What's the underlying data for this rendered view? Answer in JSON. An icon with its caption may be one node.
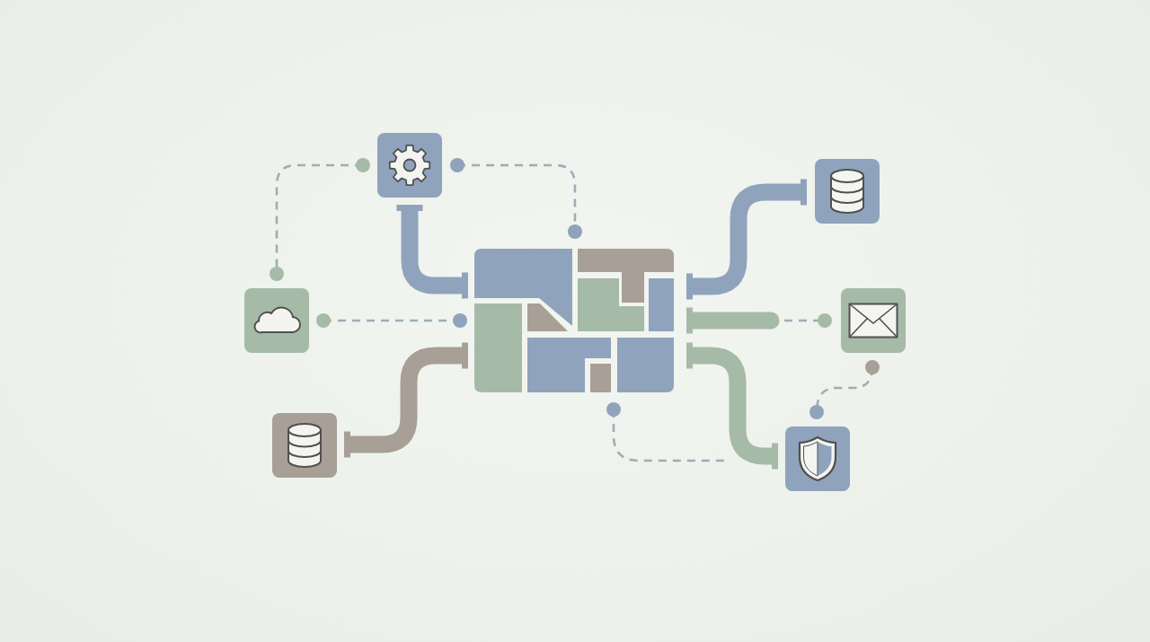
{
  "diagram": {
    "nodes": [
      {
        "text": [],
        "shape": "box"
      },
      {
        "text": [],
        "shape": "box"
      },
      {
        "text": [],
        "shape": "box"
      },
      {
        "text": [],
        "shape": "box"
      },
      {
        "text": [],
        "shape": "box"
      },
      {
        "text": [],
        "shape": "box"
      },
      {
        "text": [],
        "shape": "box"
      }
    ],
    "edges": [
      {
        "from": 1,
        "to": 0,
        "arrow": "other",
        "style": "thick",
        "color": "#8fa4bc"
      },
      {
        "from": 0,
        "to": 4,
        "arrow": "other",
        "style": "thick",
        "color": "#8fa4bc"
      },
      {
        "from": 0,
        "to": 5,
        "arrow": "other",
        "style": "thick",
        "color": "#a6baa8"
      },
      {
        "from": 0,
        "to": 6,
        "arrow": "other",
        "style": "thick",
        "color": "#a6baa8"
      },
      {
        "from": 3,
        "to": 0,
        "arrow": "other",
        "style": "thick",
        "color": "#a89f97"
      },
      {
        "from": 1,
        "to": 2,
        "arrow": "other",
        "style": "dashed",
        "color": "#9dadb8"
      },
      {
        "from": 1,
        "to": 0,
        "arrow": "other",
        "style": "dashed",
        "color": "#9dadb8"
      },
      {
        "from": 2,
        "to": 0,
        "arrow": "other",
        "style": "dashed",
        "color": "#9dadb8"
      },
      {
        "from": 0,
        "to": null,
        "arrow": "other",
        "style": "dashed",
        "color": "#9dadb8"
      },
      {
        "from": 5,
        "to": 6,
        "arrow": "other",
        "style": "dashed",
        "color": "#9dadb8"
      }
    ]
  }
}
